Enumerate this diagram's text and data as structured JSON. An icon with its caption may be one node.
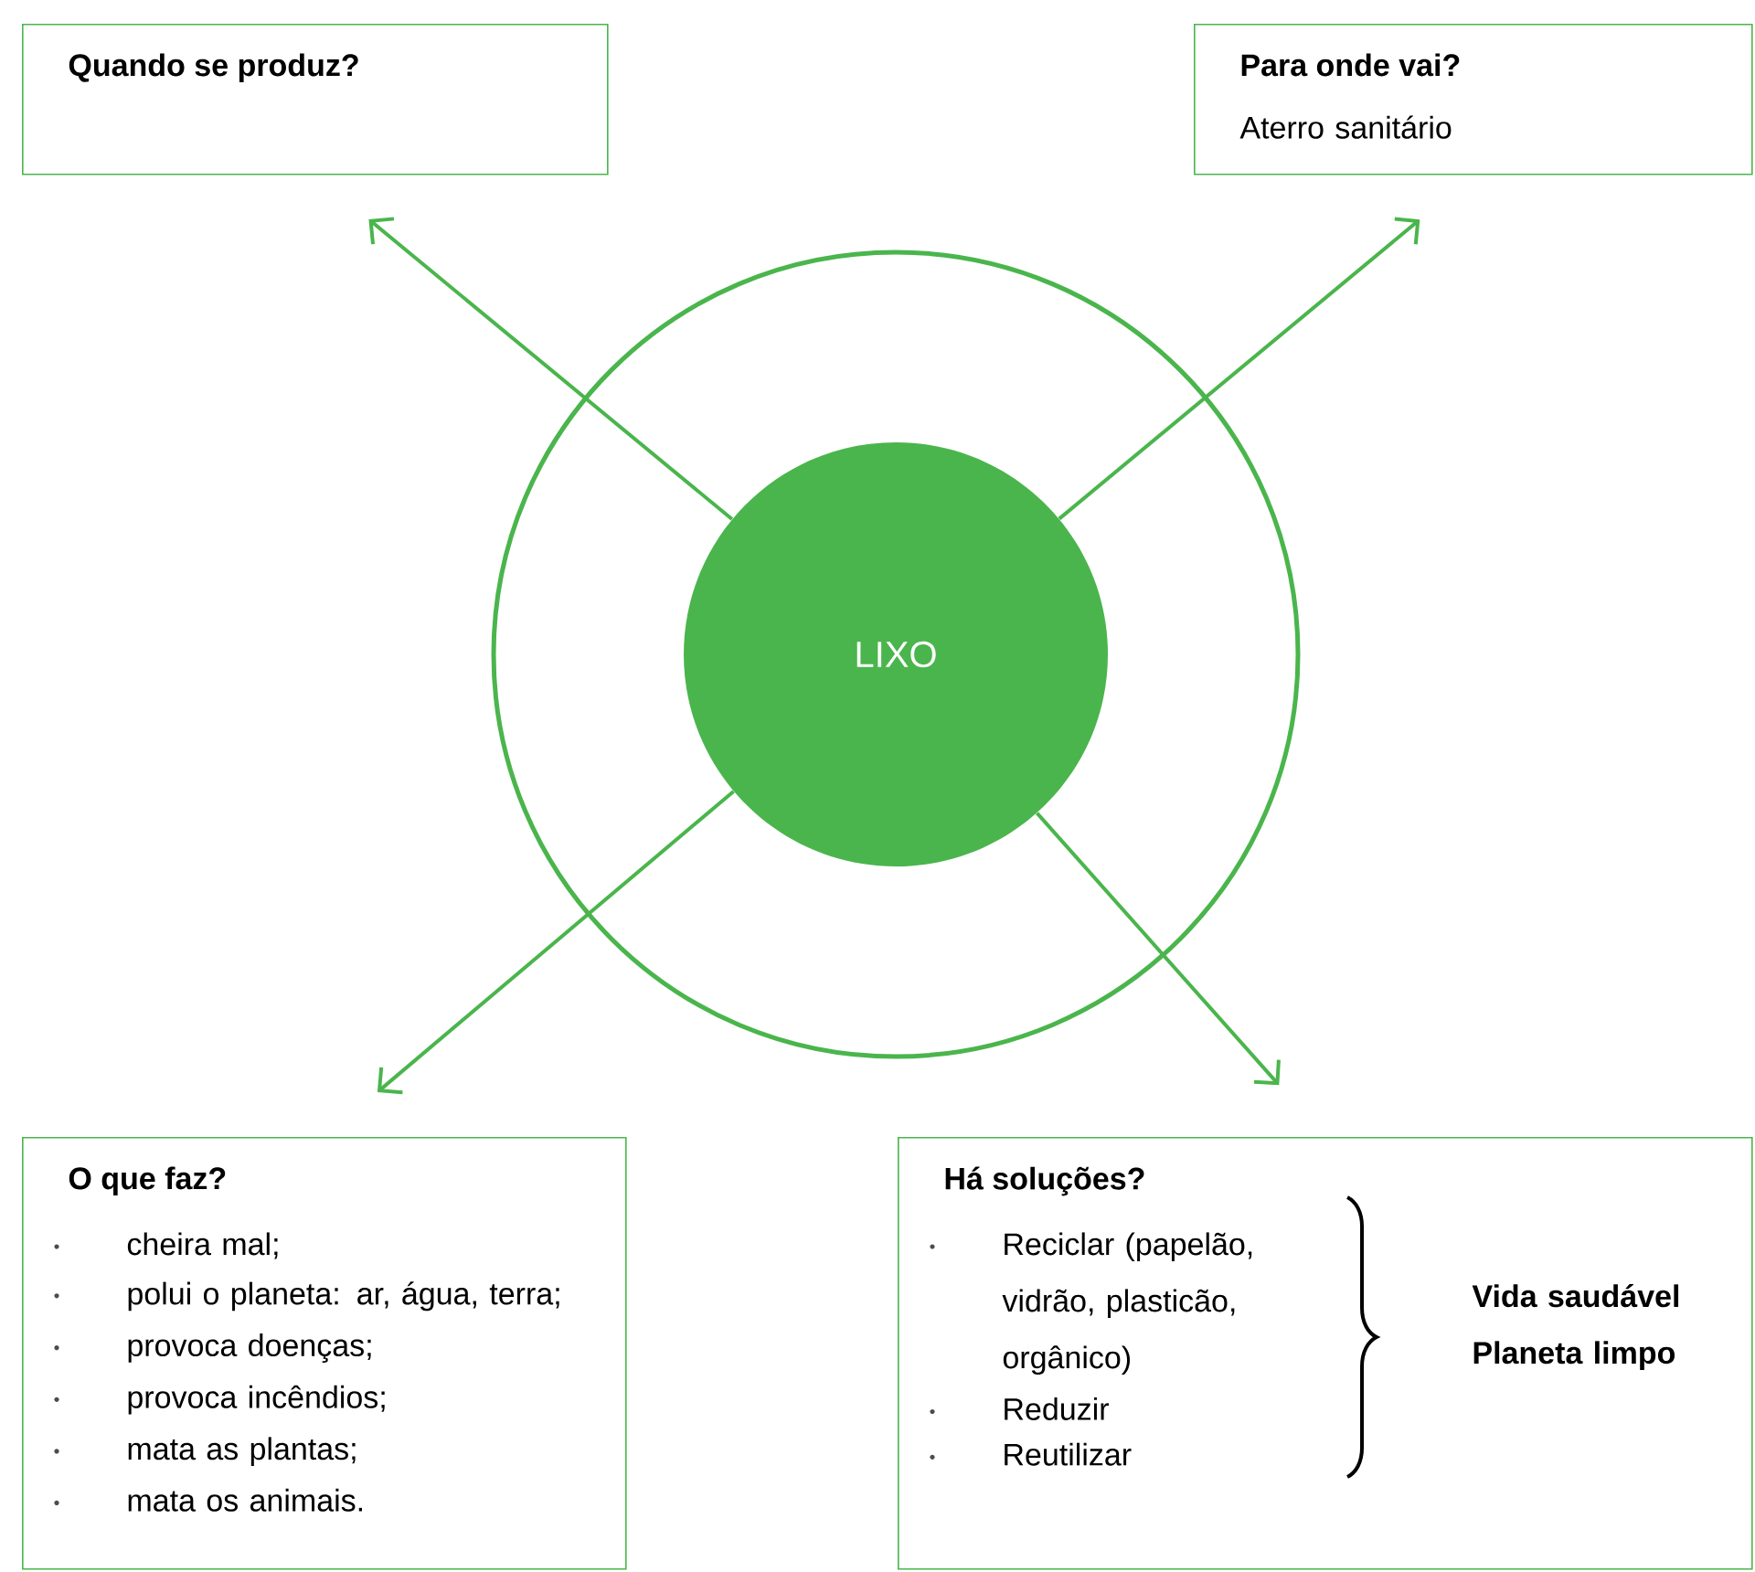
{
  "diagram": {
    "nodes": [
      {
        "text": [
          "Quando se produz?"
        ]
      },
      {
        "text": [
          "Para onde vai?",
          "Aterro sanitário"
        ]
      },
      {
        "text": [],
        "shape": "circle"
      },
      {
        "text": [
          "LIXO"
        ],
        "in": 2
      },
      {
        "text": [
          "O que faz?",
          "cheira mal;",
          "polui o planeta: ar, água, terra;",
          "provoca doenças;",
          "provoca incêndios;",
          "mata as plantas;",
          "mata os animais."
        ]
      },
      {
        "text": [
          "Há soluções?",
          "Reciclar (papelão, vidrão, plasticão, orgânico)",
          "Reduzir",
          "Reutilizar"
        ]
      }
    ],
    "edges": [
      {
        "from": 3,
        "to": 0,
        "arrow": "to"
      },
      {
        "from": 3,
        "to": 1,
        "arrow": "to"
      },
      {
        "from": 3,
        "to": 4,
        "arrow": "to"
      },
      {
        "from": 3,
        "to": 5,
        "arrow": "to"
      }
    ],
    "labels": [
      "Vida saudável Planeta limpo"
    ]
  }
}
